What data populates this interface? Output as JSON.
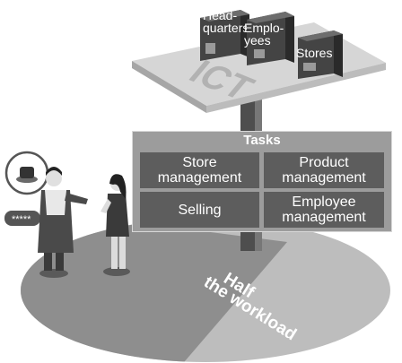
{
  "servers": [
    {
      "label": "Head-\nquarters"
    },
    {
      "label": "Emplo-\nyees"
    },
    {
      "label": "Stores"
    }
  ],
  "platform_label": "ICT",
  "tasks": {
    "title": "Tasks",
    "items": [
      {
        "label": "Store\nmanagement"
      },
      {
        "label": "Product\nmanagement"
      },
      {
        "label": "Selling"
      },
      {
        "label": "Employee\nmanagement"
      }
    ]
  },
  "workload_label": {
    "line1": "Half",
    "line2": "the workload"
  },
  "speech_bubbles": [
    "*****",
    "*****"
  ]
}
